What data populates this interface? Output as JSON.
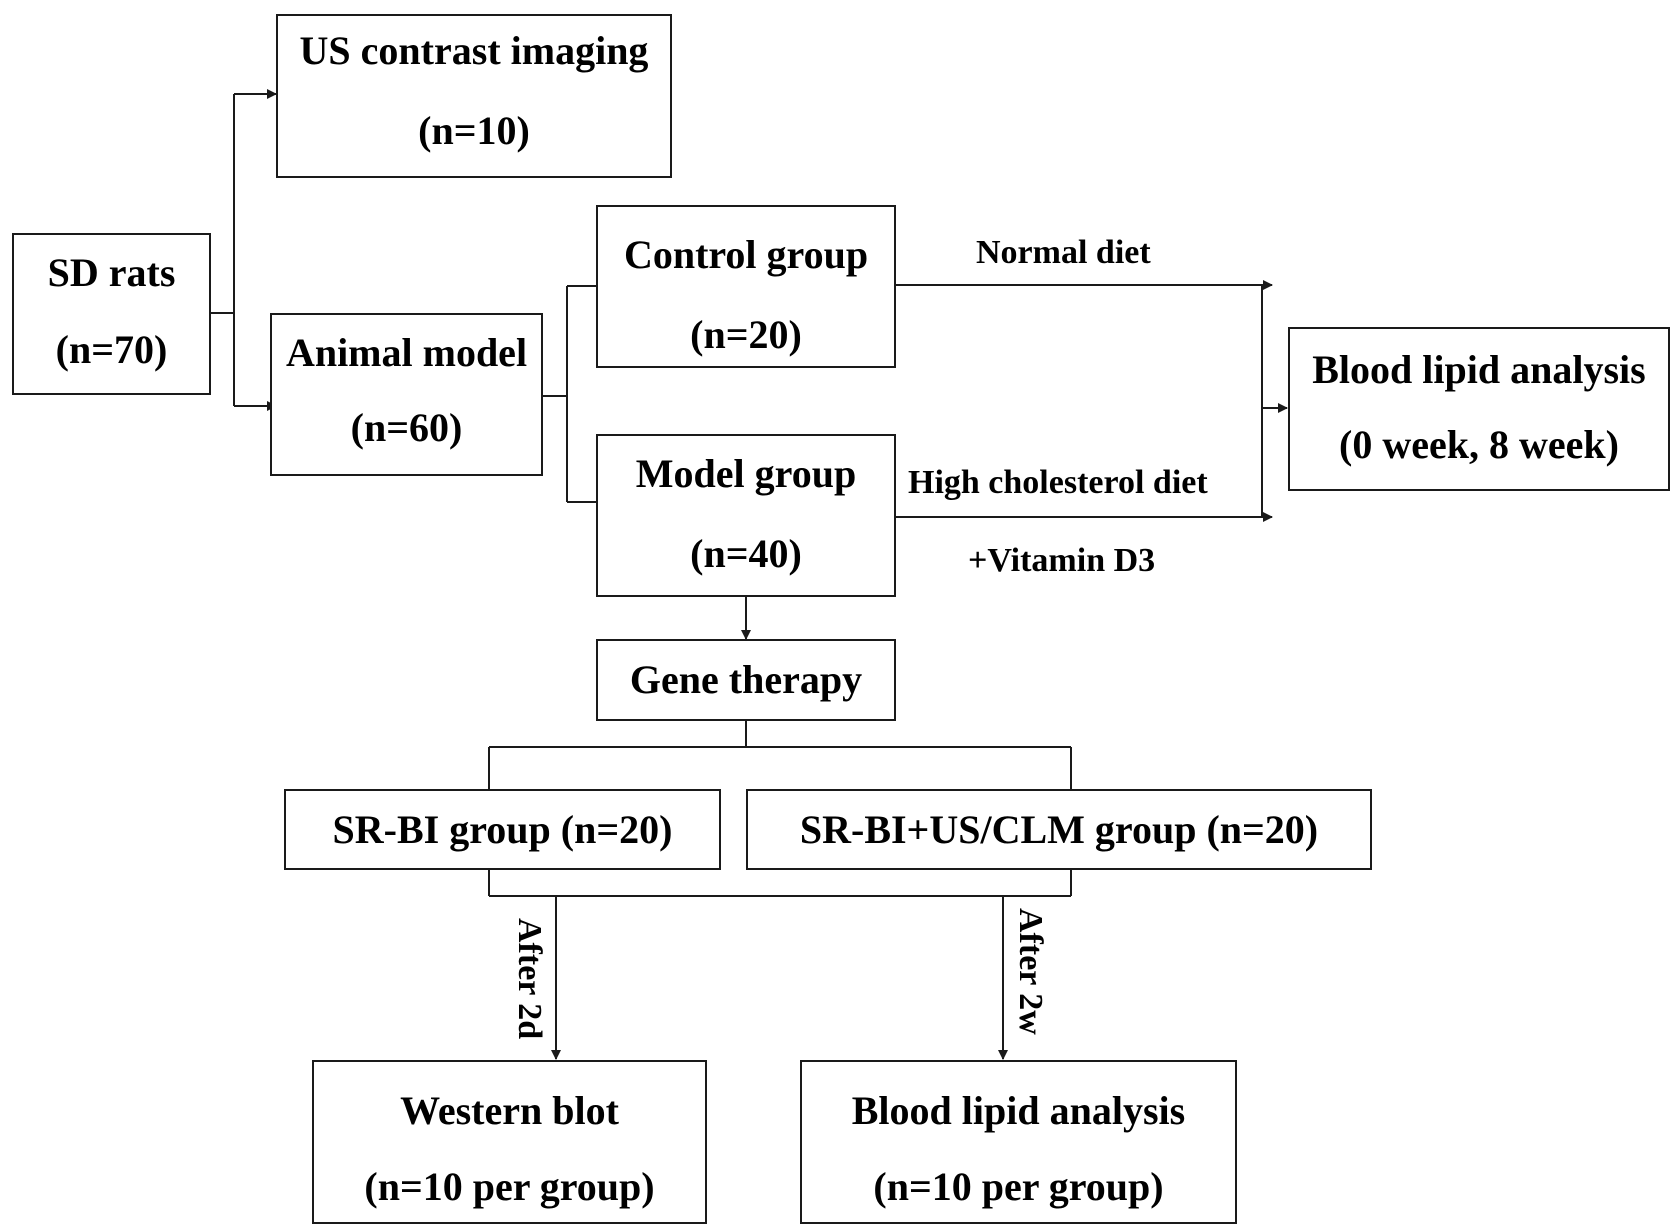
{
  "nodes": {
    "sd_rats": {
      "line1": "SD rats",
      "line2": "(n=70)"
    },
    "us_contrast": {
      "line1": "US contrast imaging",
      "line2": "(n=10)"
    },
    "animal_model": {
      "line1": "Animal model",
      "line2": "(n=60)"
    },
    "control_group": {
      "line1": "Control group",
      "line2": "(n=20)"
    },
    "model_group": {
      "line1": "Model group",
      "line2": "(n=40)"
    },
    "blood_lipid_top": {
      "line1": "Blood lipid analysis",
      "line2": "(0 week, 8 week)"
    },
    "gene_therapy": {
      "line1": "Gene therapy"
    },
    "srbi_group": {
      "line1": "SR-BI group  (n=20)"
    },
    "srbi_us_group": {
      "line1": "SR-BI+US/CLM group (n=20)"
    },
    "western_blot": {
      "line1": "Western blot",
      "line2": "(n=10 per group)"
    },
    "blood_lipid_bottom": {
      "line1": "Blood lipid analysis",
      "line2": "(n=10 per group)"
    }
  },
  "edge_labels": {
    "normal_diet": "Normal  diet",
    "high_chol_diet": "High cholesterol diet",
    "vitamin_d3": "+Vitamin D3",
    "after_2d": "After 2d",
    "after_2w": "After 2w"
  },
  "colors": {
    "stroke": "#1a1a1a",
    "background": "#ffffff",
    "text": "#000000"
  }
}
